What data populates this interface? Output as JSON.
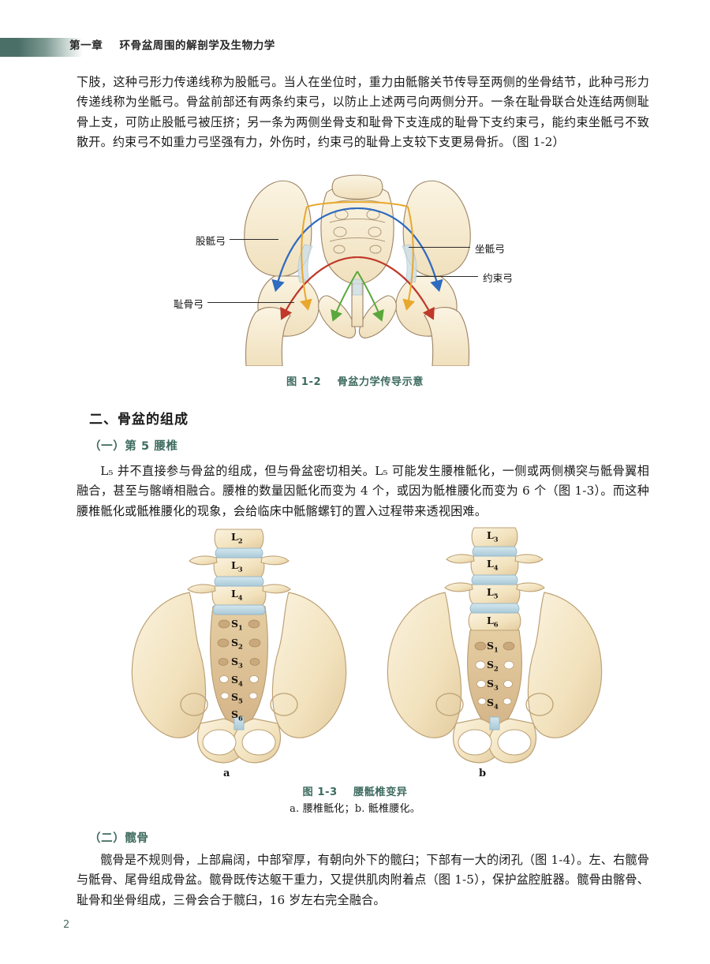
{
  "header": {
    "title": "第一章    环骨盆周围的解剖学及生物力学"
  },
  "page_number": "2",
  "colors": {
    "accent_green": "#3e6b5f",
    "header_bar": "#4a6f66",
    "bone": "#f3e4c2",
    "bone_shadow": "#d8b98d",
    "cartilage": "#bcd7e2",
    "arrow_blue": "#2f6bbf",
    "arrow_orange": "#e8a82e",
    "arrow_red": "#c0392b",
    "arrow_green": "#5aa83c"
  },
  "body": {
    "paragraph_1": "下肢，这种弓形力传递线称为股骶弓。当人在坐位时，重力由骶髂关节传导至两侧的坐骨结节，此种弓形力传递线称为坐骶弓。骨盆前部还有两条约束弓，以防止上述两弓向两侧分开。一条在耻骨联合处连结两侧耻骨上支，可防止股骶弓被压挤；另一条为两侧坐骨支和耻骨下支连成的耻骨下支约束弓，能约束坐骶弓不致散开。约束弓不如重力弓坚强有力，外伤时，约束弓的耻骨上支较下支更易骨折。（图 1-2）",
    "heading_section": "二、骨盆的组成",
    "heading_sub_1": "（一）第 5 腰椎",
    "paragraph_2": "L₅ 并不直接参与骨盆的组成，但与骨盆密切相关。L₅ 可能发生腰椎骶化，一侧或两侧横突与骶骨翼相融合，甚至与髂嵴相融合。腰椎的数量因骶化而变为 4 个，或因为骶椎腰化而变为 6 个（图 1-3）。而这种腰椎骶化或骶椎腰化的现象，会给临床中骶髂螺钉的置入过程带来透视困难。",
    "heading_sub_2": "（二）髋骨",
    "paragraph_3": "髋骨是不规则骨，上部扁阔，中部窄厚，有朝向外下的髋臼；下部有一大的闭孔（图 1-4）。左、右髋骨与骶骨、尾骨组成骨盆。髋骨既传达躯干重力，又提供肌肉附着点（图 1-5），保护盆腔脏器。髋骨由髂骨、耻骨和坐骨组成，三骨会合于髋臼，16 岁左右完全融合。"
  },
  "figure_1_2": {
    "caption": "图 1-2    骨盆力学传导示意",
    "labels": {
      "left_top": "股骶弓",
      "left_bottom": "耻骨弓",
      "right_top": "坐骶弓",
      "right_bottom": "约束弓"
    },
    "arrows": [
      {
        "name": "femorosacral-arch",
        "color": "#2f6bbf",
        "label": "股骶弓"
      },
      {
        "name": "ischiosacral-arch",
        "color": "#c0392b",
        "label": "坐骶弓"
      },
      {
        "name": "tie-arch-superior",
        "color": "#e8a82e",
        "label": "约束弓"
      },
      {
        "name": "pubic-arch",
        "color": "#5aa83c",
        "label": "耻骨弓"
      }
    ]
  },
  "figure_1_3": {
    "caption": "图 1-3    腰骶椎变异",
    "subcaption": "a. 腰椎骶化；b. 骶椎腰化。",
    "panels": [
      {
        "letter": "a",
        "name": "lumbar-sacralization",
        "lumbar_labels": [
          "L2",
          "L3",
          "L4"
        ],
        "sacral_labels": [
          "S1",
          "S2",
          "S3",
          "S4",
          "S5",
          "S6"
        ]
      },
      {
        "letter": "b",
        "name": "sacral-lumbarization",
        "lumbar_labels": [
          "L3",
          "L4",
          "L5",
          "L6"
        ],
        "sacral_labels": [
          "S1",
          "S2",
          "S3",
          "S4"
        ]
      }
    ]
  }
}
